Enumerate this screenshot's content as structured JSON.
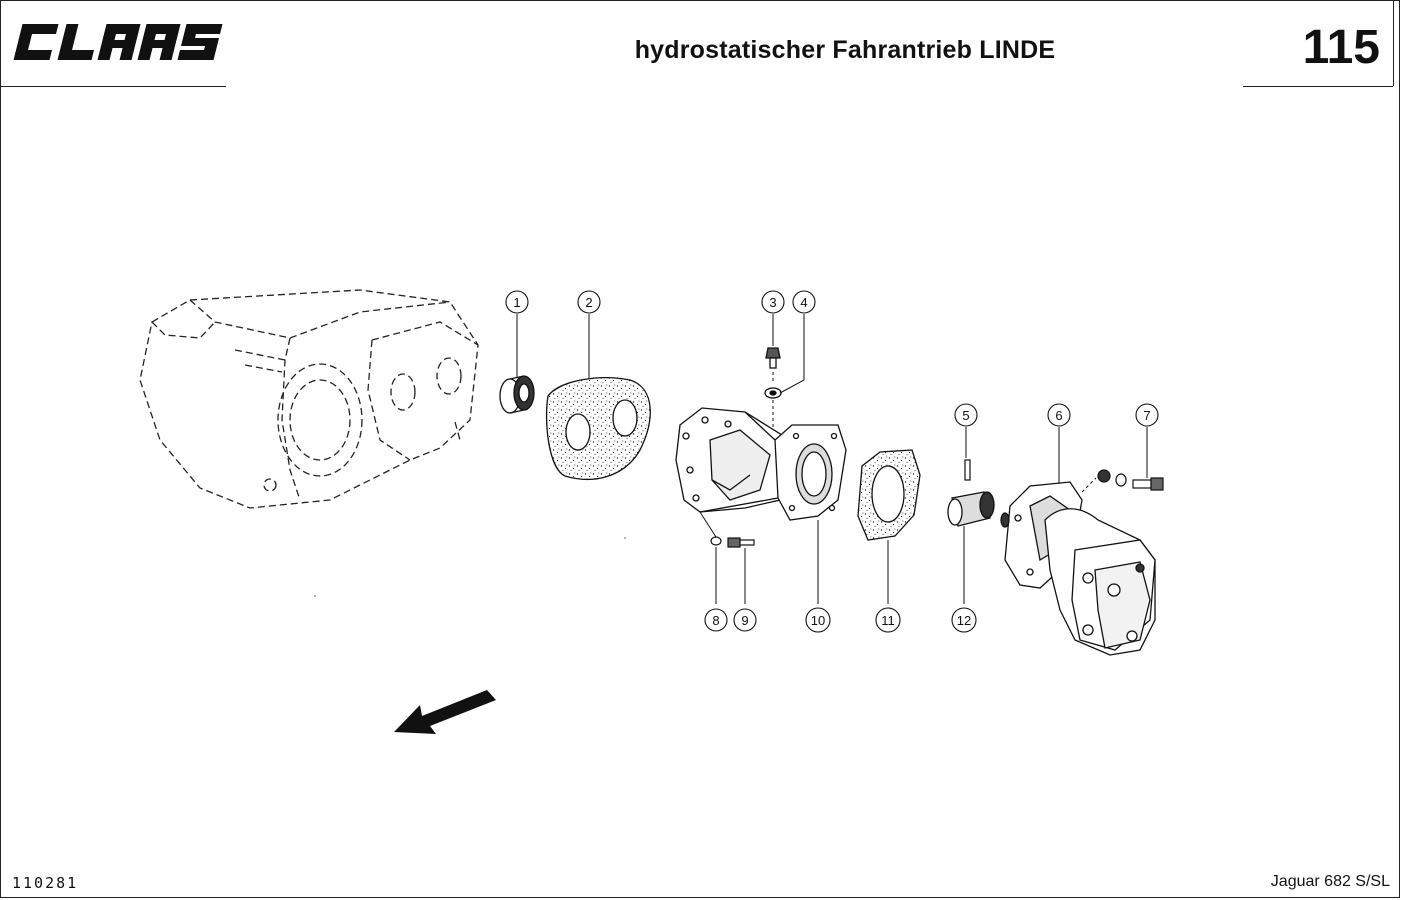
{
  "header": {
    "brand": "CLAAS",
    "title": "hydrostatischer Fahrantrieb LINDE",
    "page_number": "115"
  },
  "footer": {
    "document_number": "110281",
    "model": "Jaguar 682 S/SL"
  },
  "callouts": [
    "1",
    "2",
    "3",
    "4",
    "5",
    "6",
    "7",
    "8",
    "9",
    "10",
    "11",
    "12"
  ],
  "icons": {
    "logo": "claas-logo",
    "direction": "arrow-icon"
  }
}
